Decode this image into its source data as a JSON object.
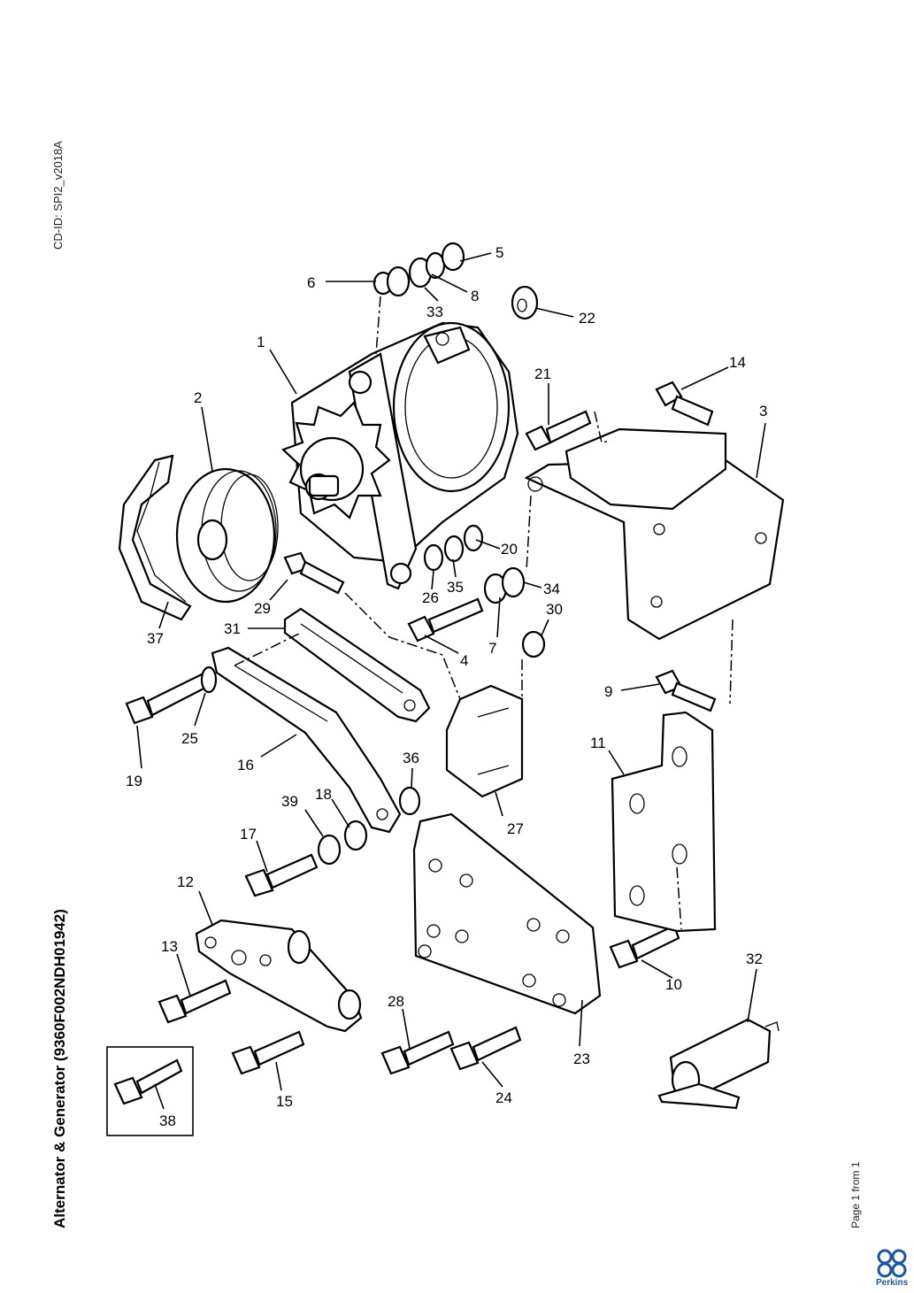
{
  "doc": {
    "cd_id": "CD-ID: SPI2_v2018A",
    "title": "Alternator & Generator (9360F002NDH01942)",
    "page": "Page 1 from 1",
    "brand": "Perkins"
  },
  "callouts": [
    "1",
    "2",
    "3",
    "4",
    "5",
    "6",
    "7",
    "8",
    "9",
    "10",
    "11",
    "12",
    "13",
    "14",
    "15",
    "16",
    "17",
    "18",
    "19",
    "20",
    "21",
    "22",
    "23",
    "24",
    "25",
    "26",
    "27",
    "28",
    "29",
    "30",
    "31",
    "32",
    "33",
    "34",
    "35",
    "36",
    "37",
    "38",
    "39"
  ],
  "colors": {
    "ink": "#000000",
    "brand": "#1c55a3"
  }
}
